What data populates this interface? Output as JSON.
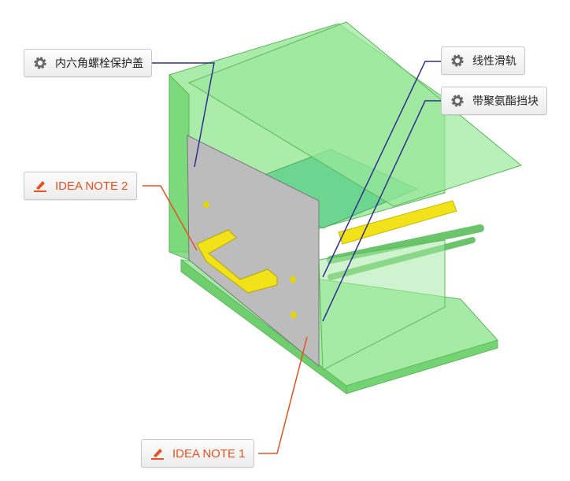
{
  "callouts": {
    "hex_bolt_cover": {
      "label": "内六角螺栓保护盖",
      "icon": "gear-icon"
    },
    "linear_rail": {
      "label": "线性滑轨",
      "icon": "gear-icon"
    },
    "pu_stopper": {
      "label": "带聚氨酯挡块",
      "icon": "gear-icon"
    },
    "idea_note_2": {
      "label": "IDEA NOTE 2",
      "icon": "pencil-icon"
    },
    "idea_note_1": {
      "label": "IDEA NOTE 1",
      "icon": "pencil-icon"
    }
  },
  "colors": {
    "part_line": "#2f2f8f",
    "note_line": "#e8501e",
    "housing": "#7be07b",
    "plate": "#b8b8b8",
    "handle": "#f2e21a"
  }
}
